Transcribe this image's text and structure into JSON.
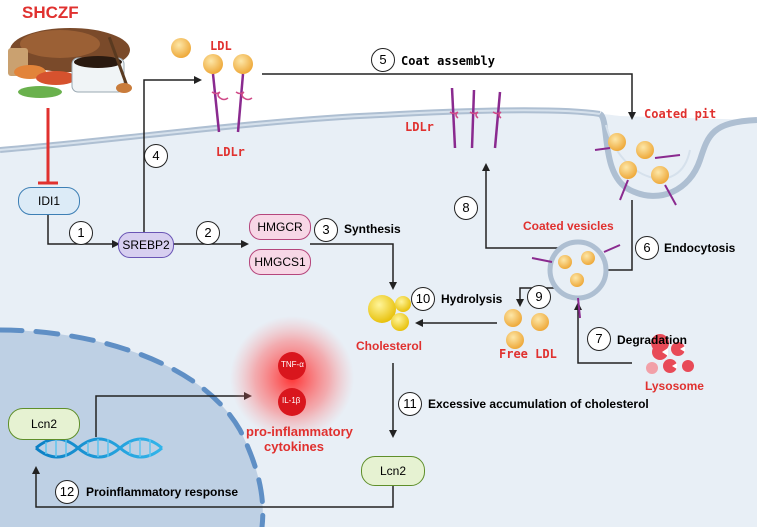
{
  "title": "SHCZF",
  "nodes": {
    "idi1": "IDI1",
    "srebp2": "SREBP2",
    "hmgcr": "HMGCR",
    "hmgcs1": "HMGCS1",
    "cholesterol": "Cholesterol",
    "lcn2_right": "Lcn2",
    "lcn2_nucleus": "Lcn2",
    "tnf": "TNF-α",
    "il1b": "IL-1β"
  },
  "labels": {
    "ldl": "LDL",
    "ldlr_left": "LDLr",
    "ldlr_right": "LDLr",
    "coated_pit": "Coated pit",
    "coated_vesicles": "Coated vesicles",
    "free_ldl": "Free LDL",
    "lysosome": "Lysosome",
    "cytokines_line1": "pro-inflammatory",
    "cytokines_line2": "cytokines"
  },
  "steps": {
    "s1": {
      "num": "1",
      "text": ""
    },
    "s2": {
      "num": "2",
      "text": ""
    },
    "s3": {
      "num": "3",
      "text": "Synthesis"
    },
    "s4": {
      "num": "4",
      "text": ""
    },
    "s5": {
      "num": "5",
      "text": "Coat assembly"
    },
    "s6": {
      "num": "6",
      "text": "Endocytosis"
    },
    "s7": {
      "num": "7",
      "text": "Degradation"
    },
    "s8": {
      "num": "8",
      "text": ""
    },
    "s9": {
      "num": "9",
      "text": ""
    },
    "s10": {
      "num": "10",
      "text": "Hydrolysis"
    },
    "s11": {
      "num": "11",
      "text": "Excessive accumulation of cholesterol"
    },
    "s12": {
      "num": "12",
      "text": "Proinflammatory response"
    }
  },
  "colors": {
    "accent_red": "#e0312f",
    "idi1_fill": "#dcebf7",
    "srebp2_fill": "#d7cff0",
    "hmg_fill": "#f7d7e6",
    "lcn2_fill": "#e6f2d2",
    "cell_fill": "#e8eff6",
    "nucleus_fill": "#bed0e4",
    "ldl_fill": "#f1b545",
    "receptor": "#8a2a8f"
  }
}
